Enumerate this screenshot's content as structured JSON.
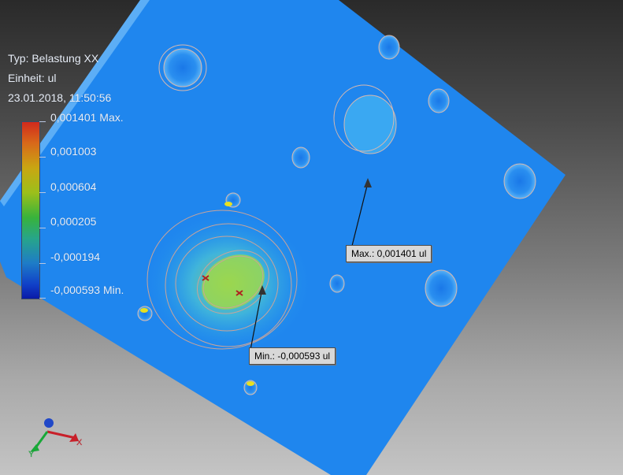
{
  "result": {
    "type_label": "Typ: Belastung XX",
    "unit_label": "Einheit: ul",
    "timestamp": "23.01.2018, 11:50:56"
  },
  "legend": {
    "max_label": "0,001401 Max.",
    "values": [
      "0,001003",
      "0,000604",
      "0,000205",
      "-0,000194"
    ],
    "min_label": "-0,000593 Min.",
    "colors": [
      "#d12a1c",
      "#d8691a",
      "#c9a612",
      "#9cbf1b",
      "#38b33b",
      "#27a58a",
      "#1e7cc7",
      "#1040c8",
      "#0a1aa8"
    ]
  },
  "probes": {
    "max": "Max.: 0,001401 ul",
    "min": "Min.: -0,000593 ul"
  },
  "triad": {
    "x_label": "X",
    "y_label": "Y",
    "colors": {
      "x": "#c8202a",
      "y": "#18a838",
      "z": "#2048c8"
    }
  }
}
